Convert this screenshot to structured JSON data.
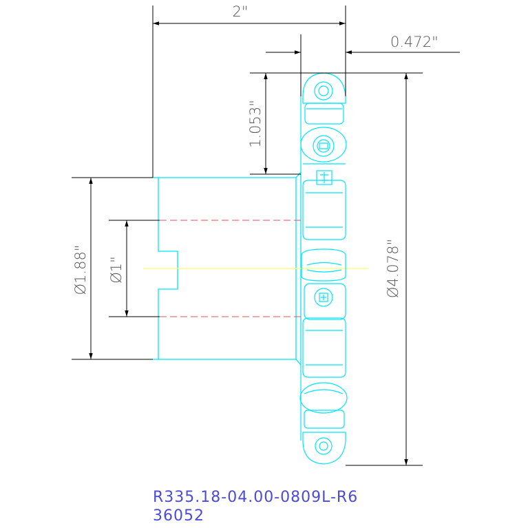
{
  "drawing": {
    "part_number": "R335.18-04.00-0809L-R6",
    "code": "36052",
    "dimensions": {
      "width_overall": "2\"",
      "insert_width": "0.472\"",
      "insert_height": "1.053\"",
      "body_diameter": "Ø1.88\"",
      "bore_diameter": "Ø1\"",
      "cutter_diameter": "Ø4.078\""
    },
    "colors": {
      "geometry": "#00e5ff",
      "dimension_lines": "#000000",
      "center_line": "#ffff66",
      "hidden_lines": "#e05050",
      "caption": "#4b4bd8"
    }
  }
}
